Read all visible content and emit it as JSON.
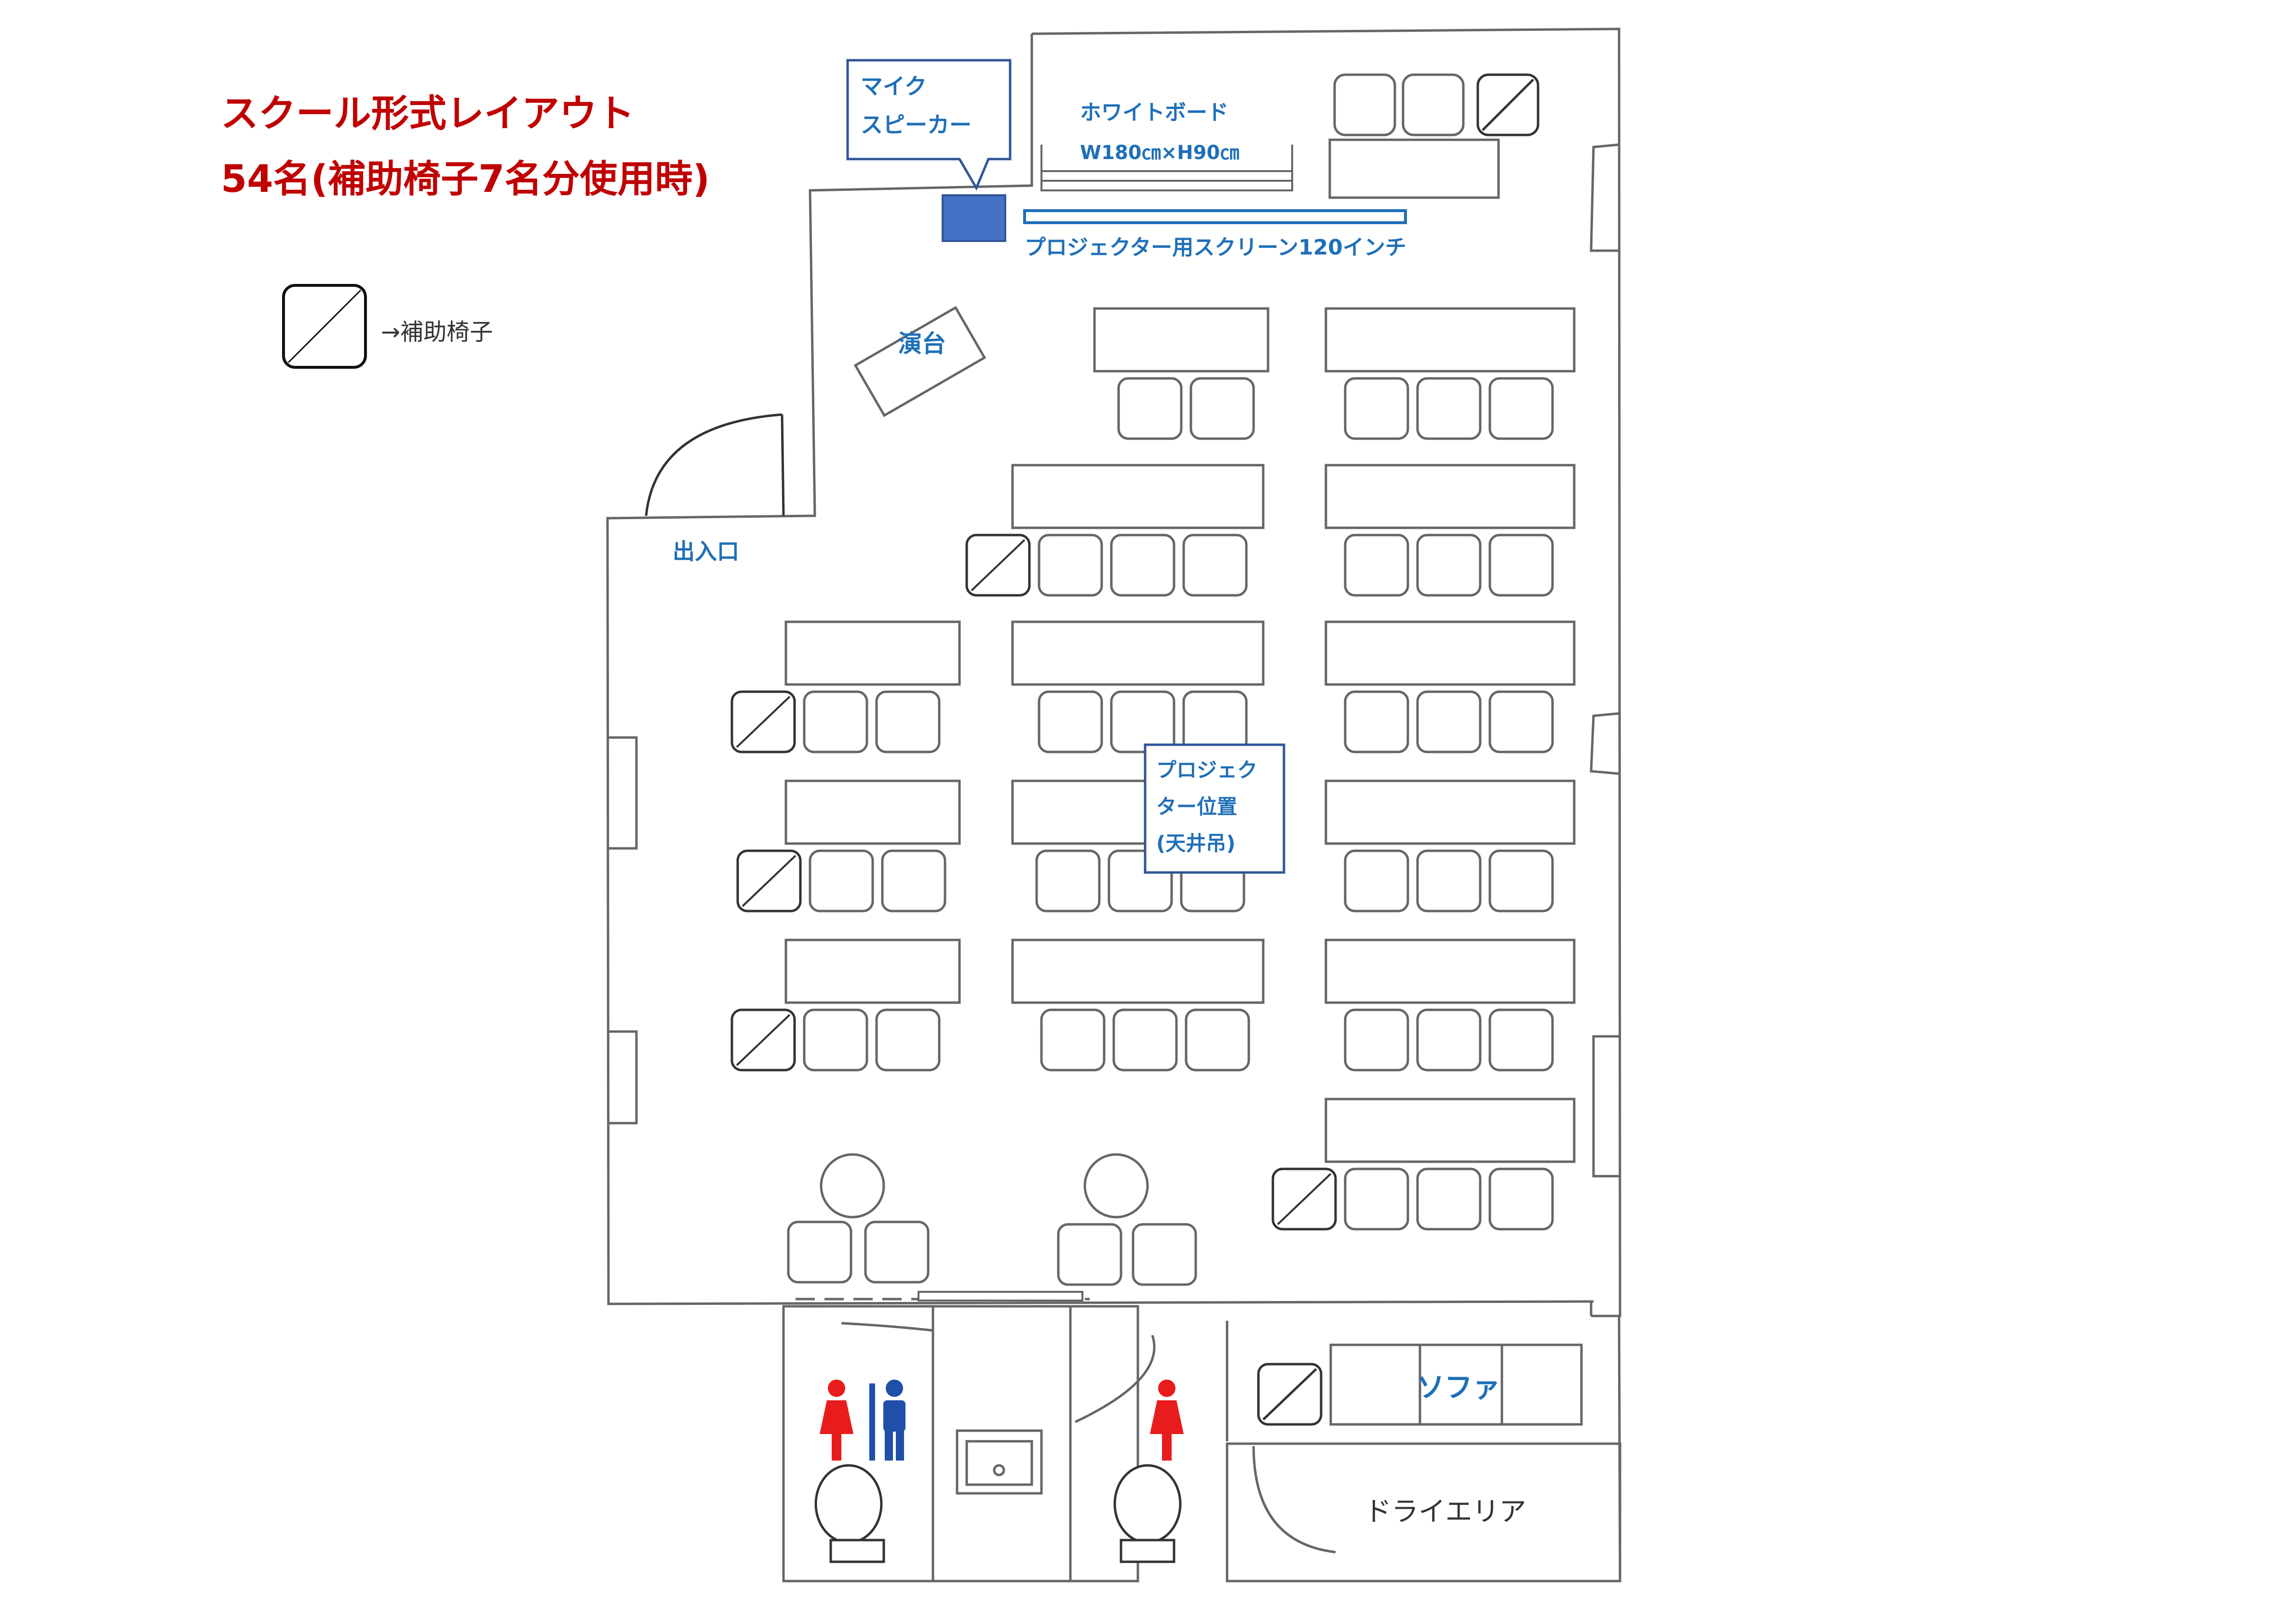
{
  "title_line1": "スクール形式レイアウト",
  "title_line2": "54名(補助椅子7名分使用時)",
  "legend_label": "→補助椅子",
  "labels": {
    "mic_speaker_1": "マイク",
    "mic_speaker_2": "スピーカー",
    "whiteboard_1": "ホワイトボード",
    "whiteboard_2": "W180㎝×H90㎝",
    "screen": "プロジェクター用スクリーン120インチ",
    "podium": "演台",
    "entrance": "出入口",
    "projector_1": "プロジェク",
    "projector_2": "ター位置",
    "projector_3": "(天井吊)",
    "sofa": "ソファ",
    "dry_area": "ドライエリア"
  },
  "colors": {
    "title": "#c00000",
    "blue_label": "#1f6fb8",
    "speaker_box": "#4472c4",
    "female_icon": "#e81c1c",
    "male_icon": "#1f4fa8",
    "line": "#666666"
  },
  "icons": [
    "toilet-icon",
    "female-icon",
    "male-icon",
    "sink-icon",
    "auxiliary-chair-icon"
  ]
}
